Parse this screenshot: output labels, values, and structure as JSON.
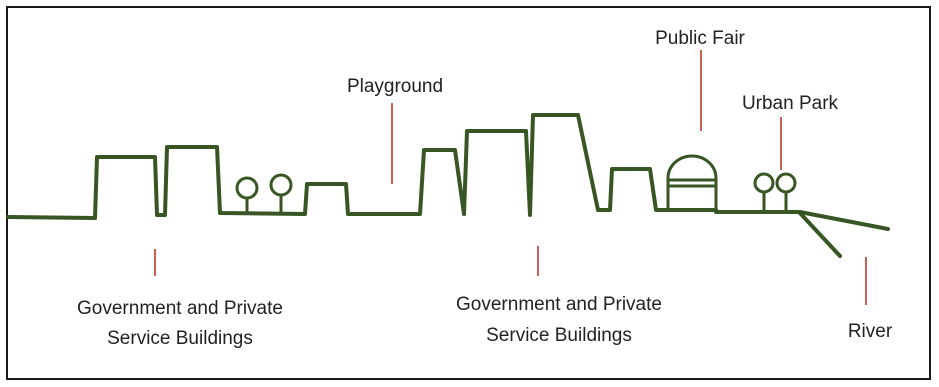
{
  "colors": {
    "skyline": "#375623",
    "leader": "#c0392b",
    "text": "#222222",
    "frame": "#1a1a1a"
  },
  "labels": {
    "govt_left": {
      "line1": "Government and Private",
      "line2": "Service Buildings"
    },
    "playground": "Playground",
    "govt_center": {
      "line1": "Government and Private",
      "line2": "Service Buildings"
    },
    "public_fair": "Public Fair",
    "urban_park": "Urban Park",
    "river": "River"
  }
}
